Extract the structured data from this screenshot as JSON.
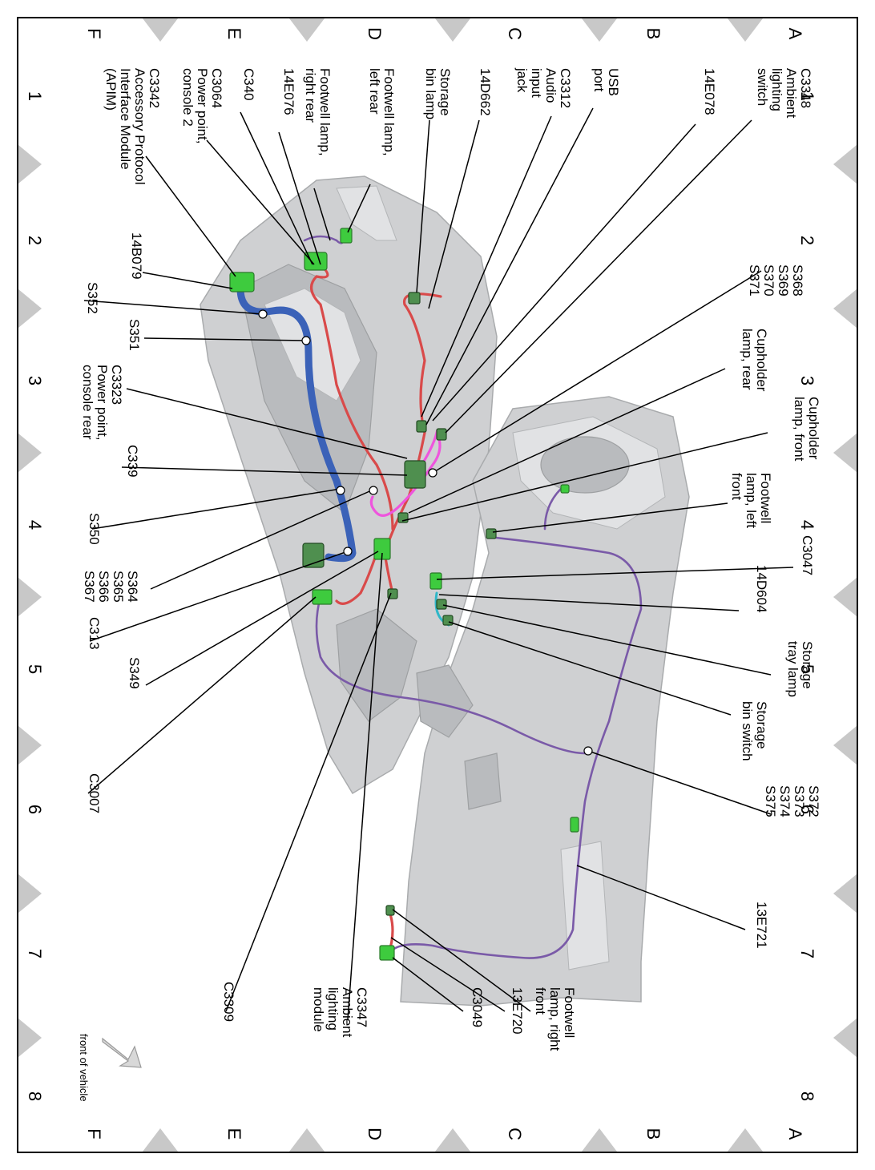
{
  "grid": {
    "numbers": [
      "1",
      "2",
      "3",
      "4",
      "5",
      "6",
      "7",
      "8"
    ],
    "letters": [
      "A",
      "B",
      "C",
      "D",
      "E",
      "F"
    ]
  },
  "labels": {
    "c3348": [
      "C3348",
      "Ambient",
      "lighting",
      "switch"
    ],
    "e14e078": [
      "14E078"
    ],
    "usb": [
      "USB",
      "port"
    ],
    "c3312": [
      "C3312",
      "Audio",
      "input",
      "jack"
    ],
    "d14d662": [
      "14D662"
    ],
    "storage_bin_lamp": [
      "Storage",
      "bin lamp"
    ],
    "footwell_left_rear": [
      "Footwell lamp,",
      "left rear"
    ],
    "footwell_right_rear": [
      "Footwell lamp,",
      "right rear"
    ],
    "e14e076": [
      "14E076"
    ],
    "c340": [
      "C340"
    ],
    "c3064": [
      "C3064",
      "Power point,",
      "console 2"
    ],
    "c3342": [
      "C3342",
      "Accessory Protocol",
      "Interface Module",
      "(APIM)"
    ],
    "b14b079": [
      "14B079"
    ],
    "s352": [
      "S352"
    ],
    "s351": [
      "S351"
    ],
    "c3323": [
      "C3323",
      "Power point,",
      "console rear"
    ],
    "c339": [
      "C339"
    ],
    "s350": [
      "S350"
    ],
    "s364": [
      "S364",
      "S365",
      "S366",
      "S367"
    ],
    "c313": [
      "C313"
    ],
    "s349": [
      "S349"
    ],
    "c3007": [
      "C3007"
    ],
    "c3309": [
      "C3309"
    ],
    "c3347": [
      "C3347",
      "Ambient",
      "lighting",
      "module"
    ],
    "c3049": [
      "C3049"
    ],
    "e13e720": [
      "13E720"
    ],
    "footwell_right_front": [
      "Footwell",
      "lamp, right",
      "front"
    ],
    "e13e721": [
      "13E721"
    ],
    "s372": [
      "S372",
      "S373",
      "S374",
      "S375"
    ],
    "storage_bin_switch": [
      "Storage",
      "bin switch"
    ],
    "storage_tray_lamp": [
      "Storage",
      "tray lamp"
    ],
    "d14d604": [
      "14D604"
    ],
    "c3047": [
      "C3047"
    ],
    "footwell_left_front": [
      "Footwell",
      "lamp, left",
      "front"
    ],
    "cupholder_front": [
      "Cupholder",
      "lamp, front"
    ],
    "cupholder_rear": [
      "Cupholder",
      "lamp, rear"
    ],
    "s368": [
      "S368",
      "S369",
      "S370",
      "S371"
    ]
  },
  "direction": {
    "text": "front of vehicle"
  }
}
